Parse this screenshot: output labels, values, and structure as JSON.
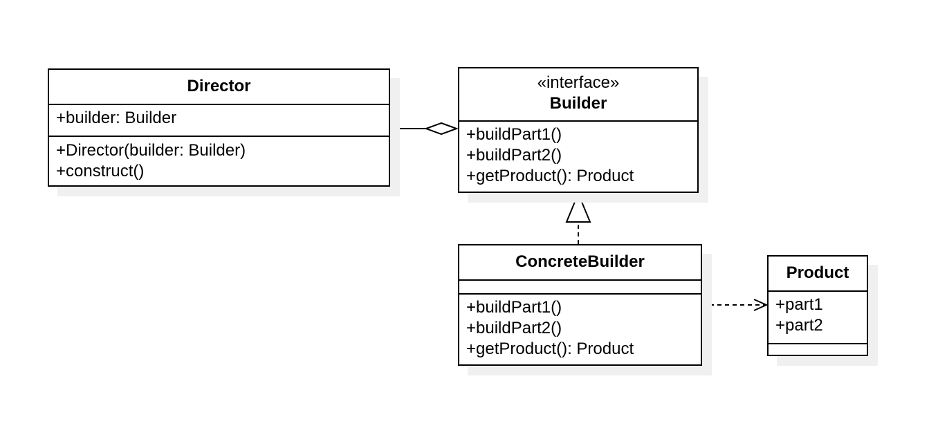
{
  "diagram": {
    "classes": {
      "director": {
        "name": "Director",
        "attributes": [
          "+builder: Builder"
        ],
        "operations": [
          "+Director(builder: Builder)",
          "+construct()"
        ]
      },
      "builder": {
        "stereotype": "«interface»",
        "name": "Builder",
        "operations": [
          "+buildPart1()",
          "+buildPart2()",
          "+getProduct(): Product"
        ]
      },
      "concrete_builder": {
        "name": "ConcreteBuilder",
        "attributes": [],
        "operations": [
          "+buildPart1()",
          "+buildPart2()",
          "+getProduct(): Product"
        ]
      },
      "product": {
        "name": "Product",
        "attributes": [
          "+part1",
          "+part2"
        ],
        "operations": []
      }
    },
    "relationships": [
      {
        "type": "aggregation",
        "from": "Director",
        "to": "Builder"
      },
      {
        "type": "realization",
        "from": "ConcreteBuilder",
        "to": "Builder"
      },
      {
        "type": "dependency",
        "from": "ConcreteBuilder",
        "to": "Product"
      }
    ]
  }
}
